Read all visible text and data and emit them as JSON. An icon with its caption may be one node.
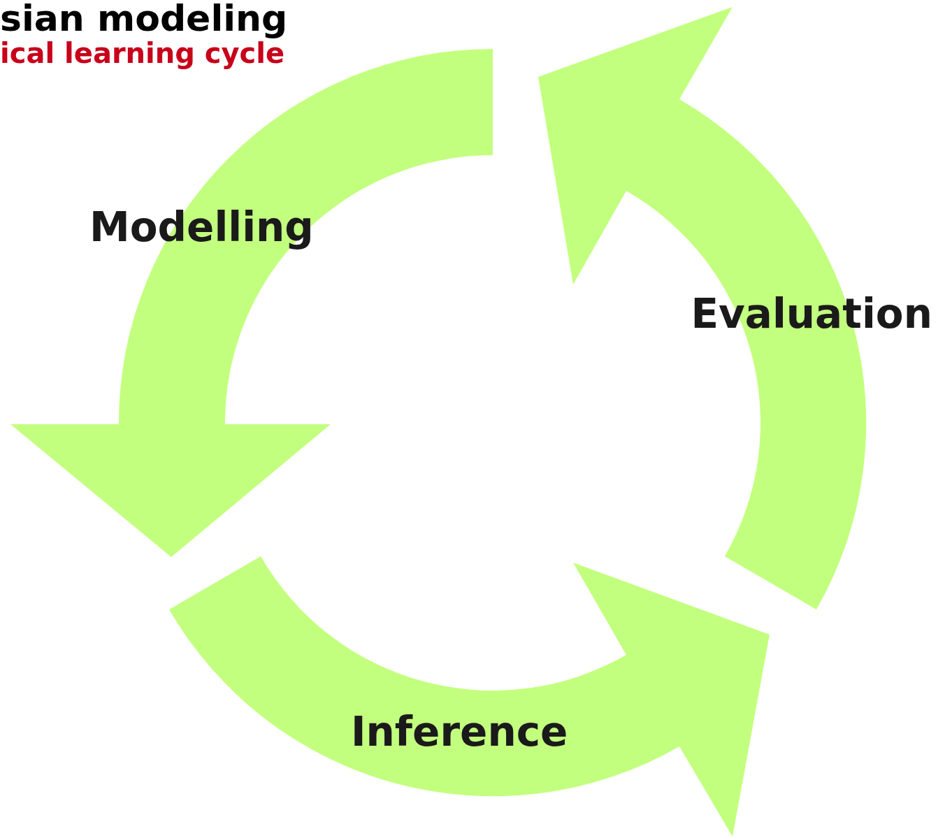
{
  "diagram": {
    "title": "sian modeling",
    "labels": [
      "ical learning cycle",
      "Modelling",
      "Evaluation",
      "Inference"
    ]
  }
}
